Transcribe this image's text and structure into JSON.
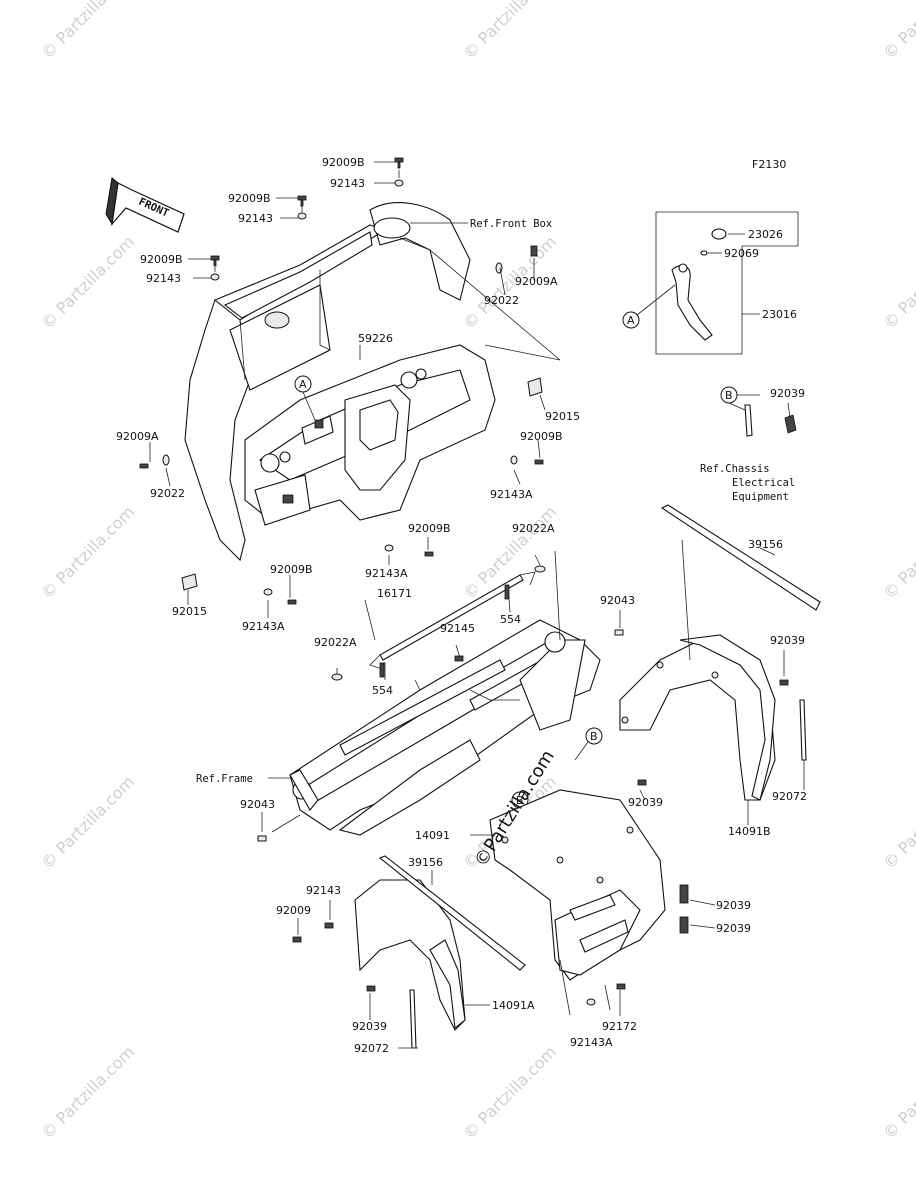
{
  "figure_code": "F2130",
  "front_arrow": "FRONT",
  "watermarks": {
    "text": "© Partzilla.com",
    "center_text": "©Partzilla.com"
  },
  "references": {
    "front_box": "Ref.Front Box",
    "frame": "Ref.Frame",
    "chassis_line1": "Ref.Chassis",
    "chassis_line2": "Electrical",
    "chassis_line3": "Equipment"
  },
  "callouts": {
    "a": "A",
    "b": "B"
  },
  "part_labels": [
    {
      "id": "p1",
      "text": "92009B"
    },
    {
      "id": "p2",
      "text": "92143"
    },
    {
      "id": "p3",
      "text": "92009B"
    },
    {
      "id": "p4",
      "text": "92143"
    },
    {
      "id": "p5",
      "text": "92009B"
    },
    {
      "id": "p6",
      "text": "92143"
    },
    {
      "id": "p7",
      "text": "92022"
    },
    {
      "id": "p8",
      "text": "92009A"
    },
    {
      "id": "p9",
      "text": "59226"
    },
    {
      "id": "p10",
      "text": "92015"
    },
    {
      "id": "p11",
      "text": "92009B"
    },
    {
      "id": "p12",
      "text": "92143A"
    },
    {
      "id": "p13",
      "text": "92009A"
    },
    {
      "id": "p14",
      "text": "92022"
    },
    {
      "id": "p15",
      "text": "92009B"
    },
    {
      "id": "p16",
      "text": "92143A"
    },
    {
      "id": "p17",
      "text": "92015"
    },
    {
      "id": "p18",
      "text": "92009B"
    },
    {
      "id": "p19",
      "text": "92143A"
    },
    {
      "id": "p20",
      "text": "92022A"
    },
    {
      "id": "p21",
      "text": "16171"
    },
    {
      "id": "p22",
      "text": "554"
    },
    {
      "id": "p23",
      "text": "92145"
    },
    {
      "id": "p24",
      "text": "92022A"
    },
    {
      "id": "p25",
      "text": "554"
    },
    {
      "id": "p26",
      "text": "92043"
    },
    {
      "id": "p27",
      "text": "92043"
    },
    {
      "id": "p28",
      "text": "23026"
    },
    {
      "id": "p29",
      "text": "92069"
    },
    {
      "id": "p30",
      "text": "23016"
    },
    {
      "id": "p31",
      "text": "92039"
    },
    {
      "id": "p32",
      "text": "39156"
    },
    {
      "id": "p33",
      "text": "92039"
    },
    {
      "id": "p34",
      "text": "92072"
    },
    {
      "id": "p35",
      "text": "92039"
    },
    {
      "id": "p36",
      "text": "14091B"
    },
    {
      "id": "p37",
      "text": "14091"
    },
    {
      "id": "p38",
      "text": "39156"
    },
    {
      "id": "p39",
      "text": "92143"
    },
    {
      "id": "p40",
      "text": "92009"
    },
    {
      "id": "p41",
      "text": "92039"
    },
    {
      "id": "p42",
      "text": "92039"
    },
    {
      "id": "p43",
      "text": "92039"
    },
    {
      "id": "p44",
      "text": "14091A"
    },
    {
      "id": "p45",
      "text": "92072"
    },
    {
      "id": "p46",
      "text": "92172"
    },
    {
      "id": "p47",
      "text": "92143A"
    }
  ]
}
